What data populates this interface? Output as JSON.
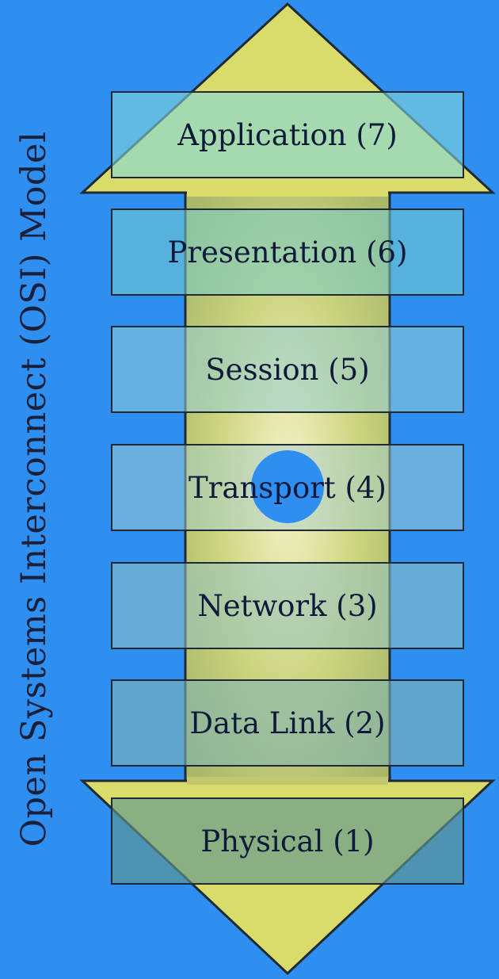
{
  "title": "Open Systems Interconnect (OSI) Model",
  "layers": [
    {
      "label": "Application (7)"
    },
    {
      "label": "Presentation (6)"
    },
    {
      "label": "Session (5)"
    },
    {
      "label": "Transport (4)"
    },
    {
      "label": "Network (3)"
    },
    {
      "label": "Data Link (2)"
    },
    {
      "label": "Physical (1)"
    }
  ],
  "colors": {
    "background": "#2e8ff0",
    "arrow_fill": "#d9dc6a",
    "arrow_glow": "#f6f3c9",
    "outline": "#1f2a36",
    "text": "#0f1a3a"
  }
}
